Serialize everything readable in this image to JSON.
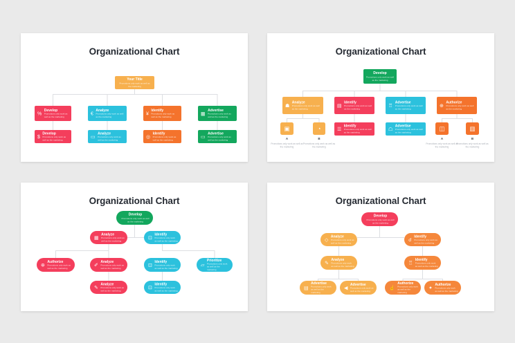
{
  "page": {
    "background": "#EAEAEA"
  },
  "placeholder": "Promotions only work as well as the marketing",
  "palette": {
    "red": "#F43E5C",
    "cyan": "#2CC1DD",
    "orange": "#F4732C",
    "green": "#13A75D",
    "amber": "#F7B04E",
    "orange_deep": "#F5873B",
    "line": "#DCDEE2",
    "title_color": "#262B33",
    "caption_color": "#A9AEB6"
  },
  "icons": {
    "percent": "%",
    "euro": "€",
    "yen": "¥",
    "dollar": "$",
    "coins": "▦",
    "banknote": "▭",
    "coin": "◎",
    "piggy": "☗",
    "clipboard": "▤",
    "bank": "♖",
    "globe": "⊕",
    "briefcase": "▣",
    "pie": "◔",
    "board": "◫",
    "bars": "▥",
    "list": "☰",
    "shield": "☖",
    "grid": "▦",
    "monitor": "⊡",
    "compass": "✐",
    "truck": "▱",
    "pen": "✎",
    "gem": "◇",
    "magnifier": "☌",
    "columns": "♖",
    "news": "▤",
    "megaphone": "◀",
    "thumb": "☝",
    "key": "✦"
  },
  "slides": {
    "s1": {
      "title": "Organizational Chart",
      "root": {
        "label": "Your Title"
      },
      "cols": [
        {
          "top": {
            "label": "Develop"
          },
          "bottom": {
            "label": "Develop"
          }
        },
        {
          "top": {
            "label": "Analyze"
          },
          "bottom": {
            "label": "Analyze"
          }
        },
        {
          "top": {
            "label": "Identify"
          },
          "bottom": {
            "label": "Identify"
          }
        },
        {
          "top": {
            "label": "Advertise"
          },
          "bottom": {
            "label": "Advertise"
          }
        }
      ]
    },
    "s2": {
      "title": "Organizational Chart",
      "root": {
        "label": "Develop"
      },
      "branches": [
        {
          "box": {
            "label": "Analyze"
          },
          "leaf_labels": [
            "A",
            "B"
          ]
        },
        {
          "box": {
            "label": "Identify"
          },
          "child": {
            "label": "Identify"
          }
        },
        {
          "box": {
            "label": "Advertise"
          },
          "child": {
            "label": "Advertise"
          }
        },
        {
          "box": {
            "label": "Authorize"
          },
          "leaf_labels": [
            "A",
            "B"
          ]
        }
      ]
    },
    "s3": {
      "title": "Organizational Chart",
      "root": {
        "label": "Develop"
      },
      "l2": [
        {
          "label": "Analyze"
        },
        {
          "label": "Identify"
        }
      ],
      "l3": [
        {
          "label": "Authorize"
        },
        {
          "label": "Analyze"
        },
        {
          "label": "Identify"
        },
        {
          "label": "Prioritize"
        }
      ],
      "l4": [
        {
          "label": "Analyze"
        },
        {
          "label": "Identify"
        }
      ]
    },
    "s4": {
      "title": "Organizational Chart",
      "root": {
        "label": "Develop"
      },
      "l2": [
        {
          "label": "Analyze"
        },
        {
          "label": "Identify"
        }
      ],
      "l3": [
        {
          "label": "Analyze"
        },
        {
          "label": "Identify"
        }
      ],
      "l4": [
        {
          "label": "Advertise"
        },
        {
          "label": "Advertise"
        },
        {
          "label": "Authorize"
        },
        {
          "label": "Authorize"
        }
      ]
    }
  }
}
